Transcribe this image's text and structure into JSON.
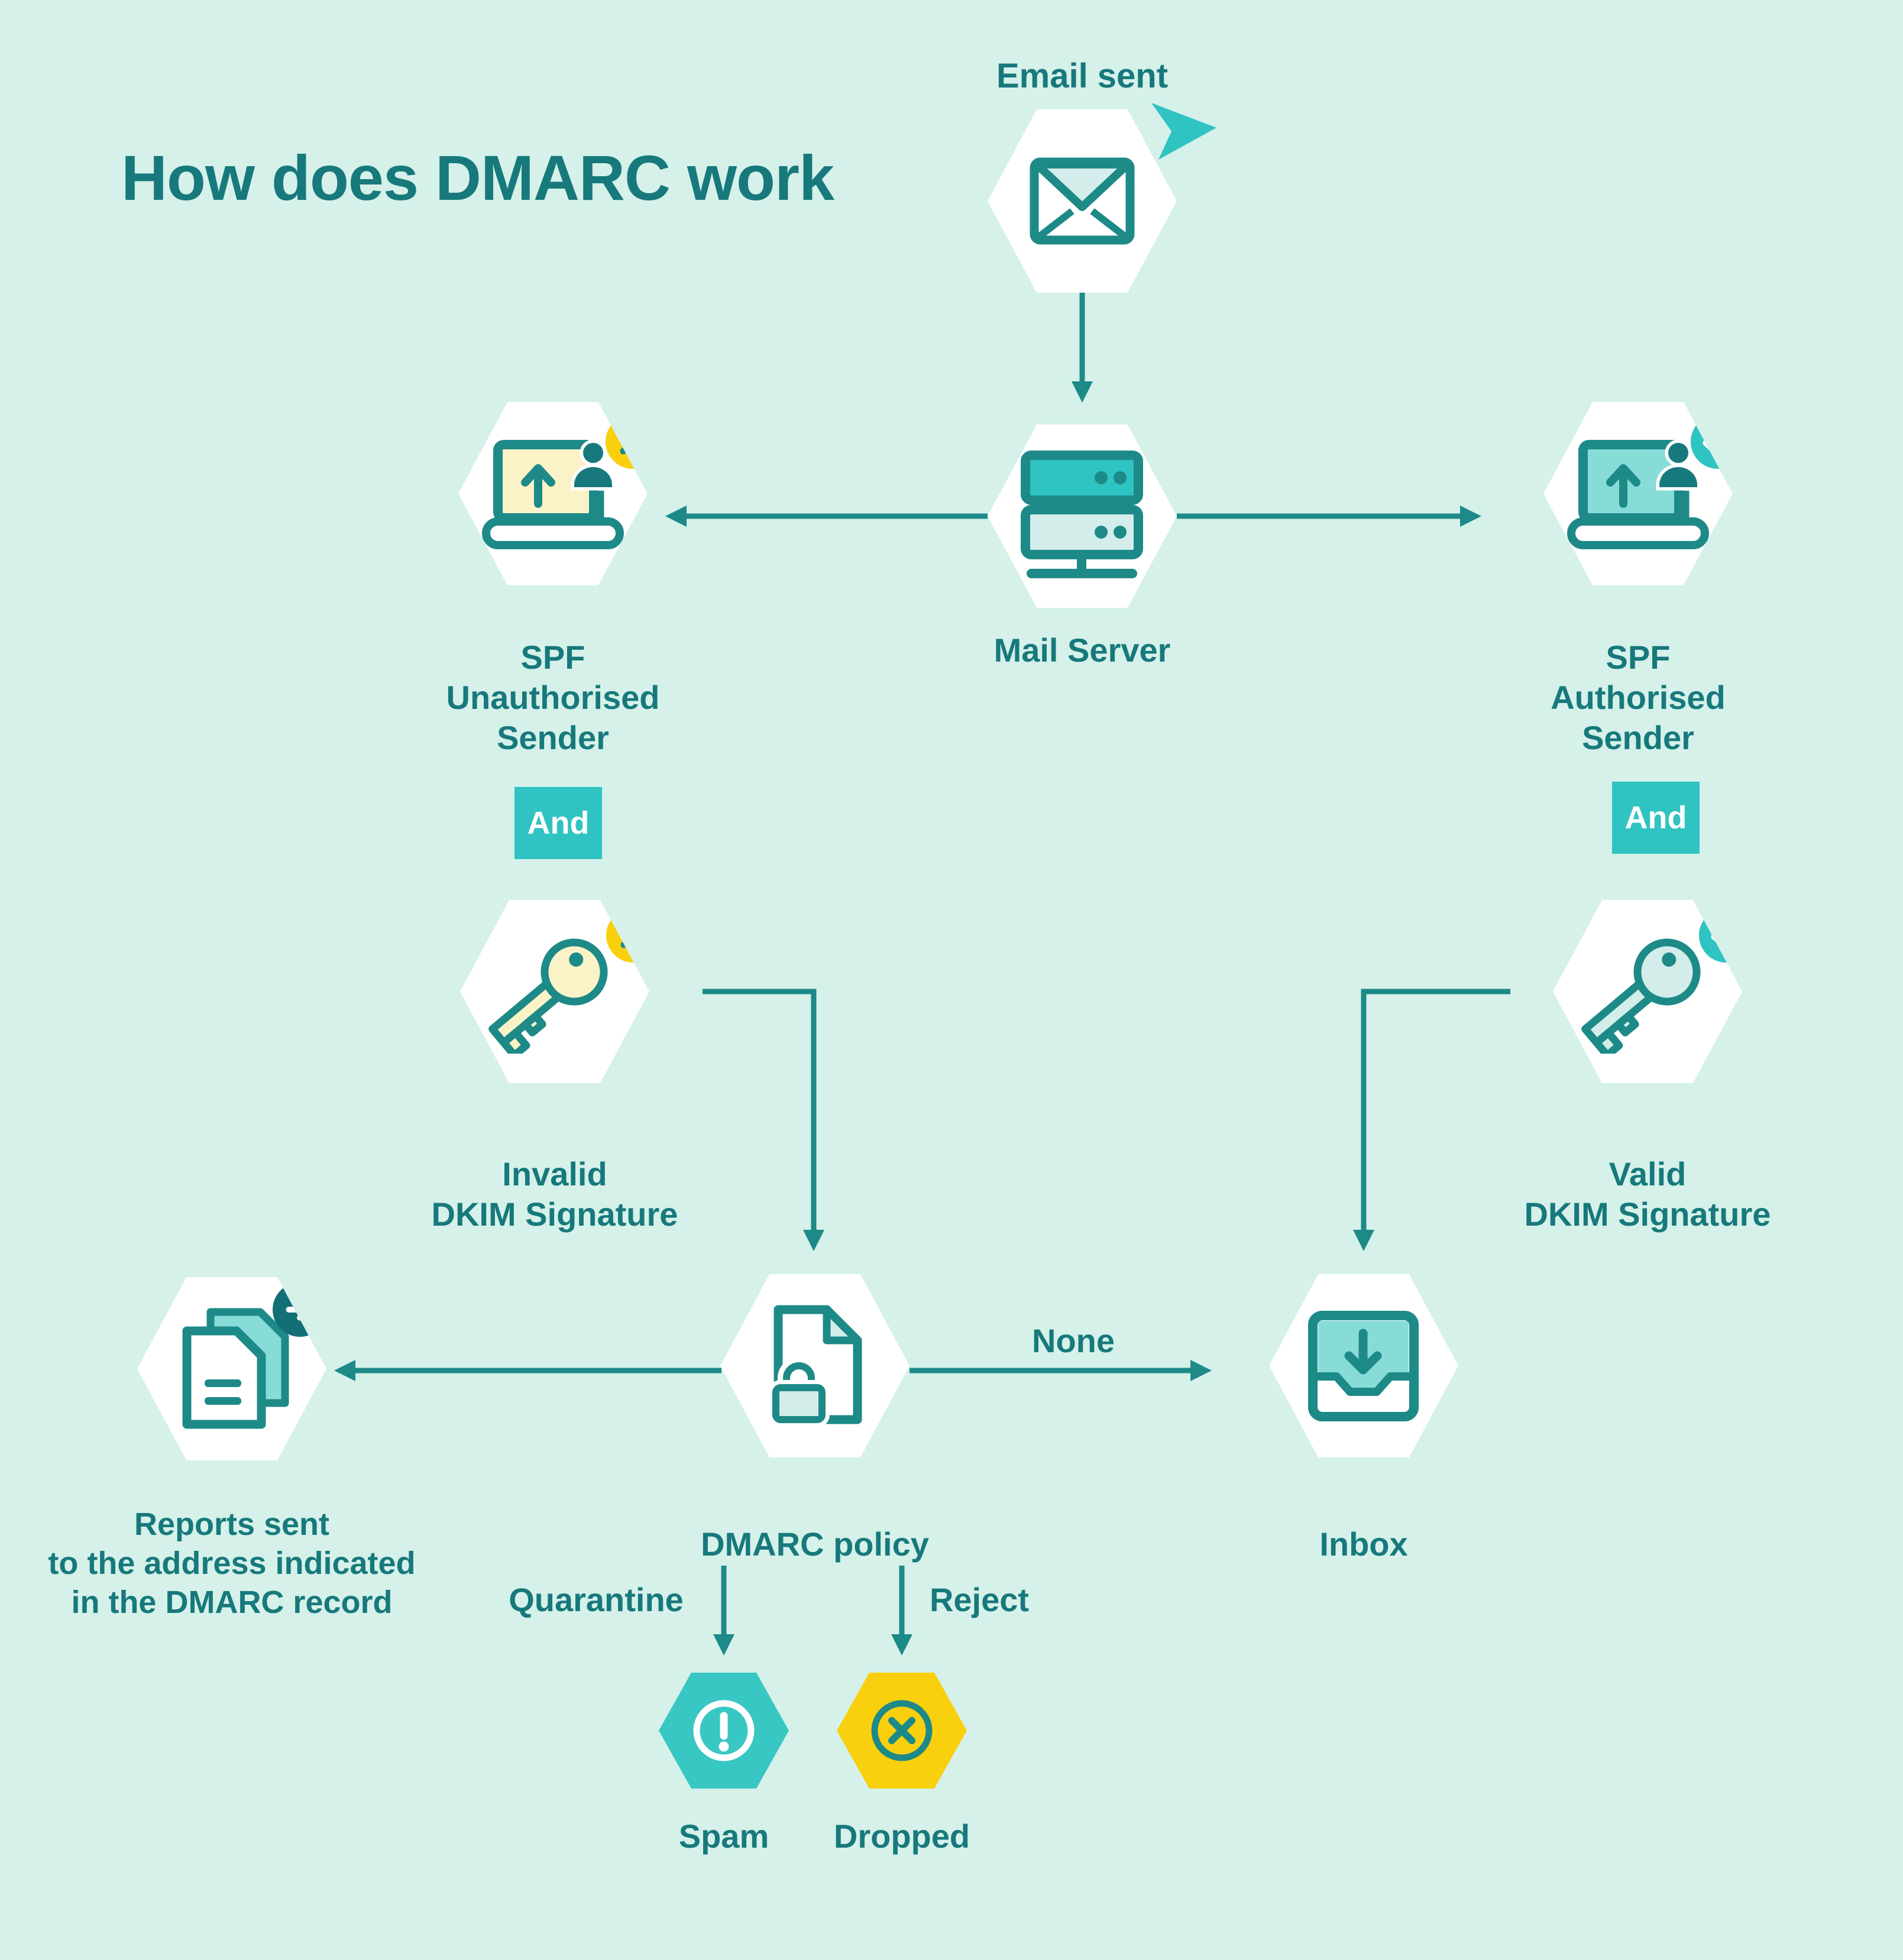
{
  "title": "How does DMARC work",
  "colors": {
    "bg": "#d5f1ea",
    "ink": "#17797b",
    "line": "#1d8a88",
    "mid": "#2fc3c2",
    "dark": "#136f76",
    "yellow": "#f9d00d",
    "paleyellow": "#fbf3c8",
    "tealfill": "#87dcd8",
    "palefill": "#d3edea",
    "spamfill": "#38c7c3"
  },
  "nodes": {
    "email_sent": {
      "label": "Email sent",
      "icon": "envelope-icon",
      "badge": "send-plane-icon"
    },
    "mail_server": {
      "label": "Mail Server",
      "icon": "server-icon"
    },
    "spf_unauthorised": {
      "line1": "SPF",
      "line2": "Unauthorised",
      "line3": "Sender",
      "icon": "laptop-upload-icon",
      "badge": "cross-badge"
    },
    "spf_authorised": {
      "line1": "SPF",
      "line2": "Authorised",
      "line3": "Sender",
      "icon": "laptop-upload-icon",
      "badge": "check-badge"
    },
    "invalid_dkim": {
      "line1": "Invalid",
      "line2": "DKIM Signature",
      "icon": "key-icon",
      "badge": "cross-badge"
    },
    "valid_dkim": {
      "line1": "Valid",
      "line2": "DKIM Signature",
      "icon": "key-icon",
      "badge": "check-badge"
    },
    "dmarc_policy": {
      "label": "DMARC policy",
      "icon": "document-lock-icon"
    },
    "inbox": {
      "label": "Inbox",
      "icon": "inbox-tray-icon"
    },
    "reports": {
      "line1": "Reports sent",
      "line2": "to the address indicated",
      "line3": "in the DMARC record",
      "icon": "documents-icon",
      "badge": "forward-arrow-badge"
    },
    "spam": {
      "label": "Spam",
      "icon": "exclamation-circle-icon"
    },
    "dropped": {
      "label": "Dropped",
      "icon": "cross-circle-icon"
    }
  },
  "connectors": {
    "and_left": "And",
    "and_right": "And",
    "none": "None",
    "quarantine": "Quarantine",
    "reject": "Reject"
  }
}
